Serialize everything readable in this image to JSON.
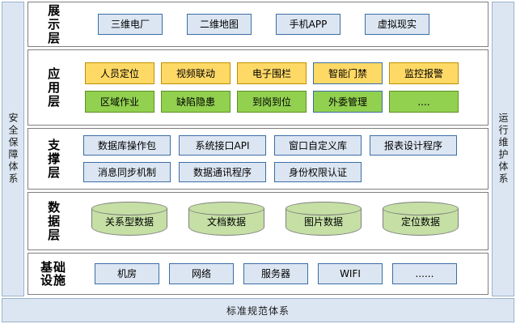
{
  "sides": {
    "left_label": "安全保障体系",
    "right_label": "运行维护体系"
  },
  "bottom": {
    "label": "标准规范体系"
  },
  "colors": {
    "band_fill": "#dce6f2",
    "band_border": "#9bb3cc",
    "blue_fill": "#dce6f2",
    "blue_border": "#3a6ea5",
    "orange_fill": "#ffd966",
    "orange_border": "#bf8f00",
    "green_fill": "#92d050",
    "green_border": "#5f9025",
    "cylinder_fill": "#c5dfa5",
    "cylinder_border": "#7f7f7f",
    "row_border": "#7f7f7f",
    "page_bg": "#ffffff"
  },
  "layers": [
    {
      "id": "presentation",
      "label": "展示层",
      "rows": [
        {
          "nodes": [
            {
              "label": "三维电厂",
              "style": "blue"
            },
            {
              "label": "二维地图",
              "style": "blue"
            },
            {
              "label": "手机APP",
              "style": "blue"
            },
            {
              "label": "虚拟现实",
              "style": "blue"
            }
          ]
        }
      ]
    },
    {
      "id": "application",
      "label": "应用层",
      "rows": [
        {
          "nodes": [
            {
              "label": "人员定位",
              "style": "orange"
            },
            {
              "label": "视频联动",
              "style": "orange"
            },
            {
              "label": "电子围栏",
              "style": "orange"
            },
            {
              "label": "智能门禁",
              "style": "orange-blue"
            },
            {
              "label": "监控报警",
              "style": "orange"
            }
          ]
        },
        {
          "nodes": [
            {
              "label": "区域作业",
              "style": "green"
            },
            {
              "label": "缺陷隐患",
              "style": "green"
            },
            {
              "label": "到岗到位",
              "style": "green"
            },
            {
              "label": "外委管理",
              "style": "green-blue"
            },
            {
              "label": "....",
              "style": "green"
            }
          ]
        }
      ]
    },
    {
      "id": "support",
      "label": "支撑层",
      "rows": [
        {
          "nodes": [
            {
              "label": "数据库操作包",
              "style": "blue"
            },
            {
              "label": "系统接口API",
              "style": "blue"
            },
            {
              "label": "窗口自定义库",
              "style": "blue"
            },
            {
              "label": "报表设计程序",
              "style": "blue"
            }
          ]
        },
        {
          "nodes": [
            {
              "label": "消息同步机制",
              "style": "blue"
            },
            {
              "label": "数据通讯程序",
              "style": "blue"
            },
            {
              "label": "身份权限认证",
              "style": "blue"
            }
          ]
        }
      ]
    },
    {
      "id": "data",
      "label": "数据层",
      "rows": [
        {
          "nodes": [
            {
              "label": "关系型数据",
              "style": "cylinder"
            },
            {
              "label": "文档数据",
              "style": "cylinder"
            },
            {
              "label": "图片数据",
              "style": "cylinder"
            },
            {
              "label": "定位数据",
              "style": "cylinder"
            }
          ]
        }
      ]
    },
    {
      "id": "infra",
      "label": "基础\n设施",
      "rows": [
        {
          "nodes": [
            {
              "label": "机房",
              "style": "blue"
            },
            {
              "label": "网络",
              "style": "blue"
            },
            {
              "label": "服务器",
              "style": "blue"
            },
            {
              "label": "WIFI",
              "style": "blue"
            },
            {
              "label": "......",
              "style": "blue"
            }
          ]
        }
      ]
    }
  ]
}
